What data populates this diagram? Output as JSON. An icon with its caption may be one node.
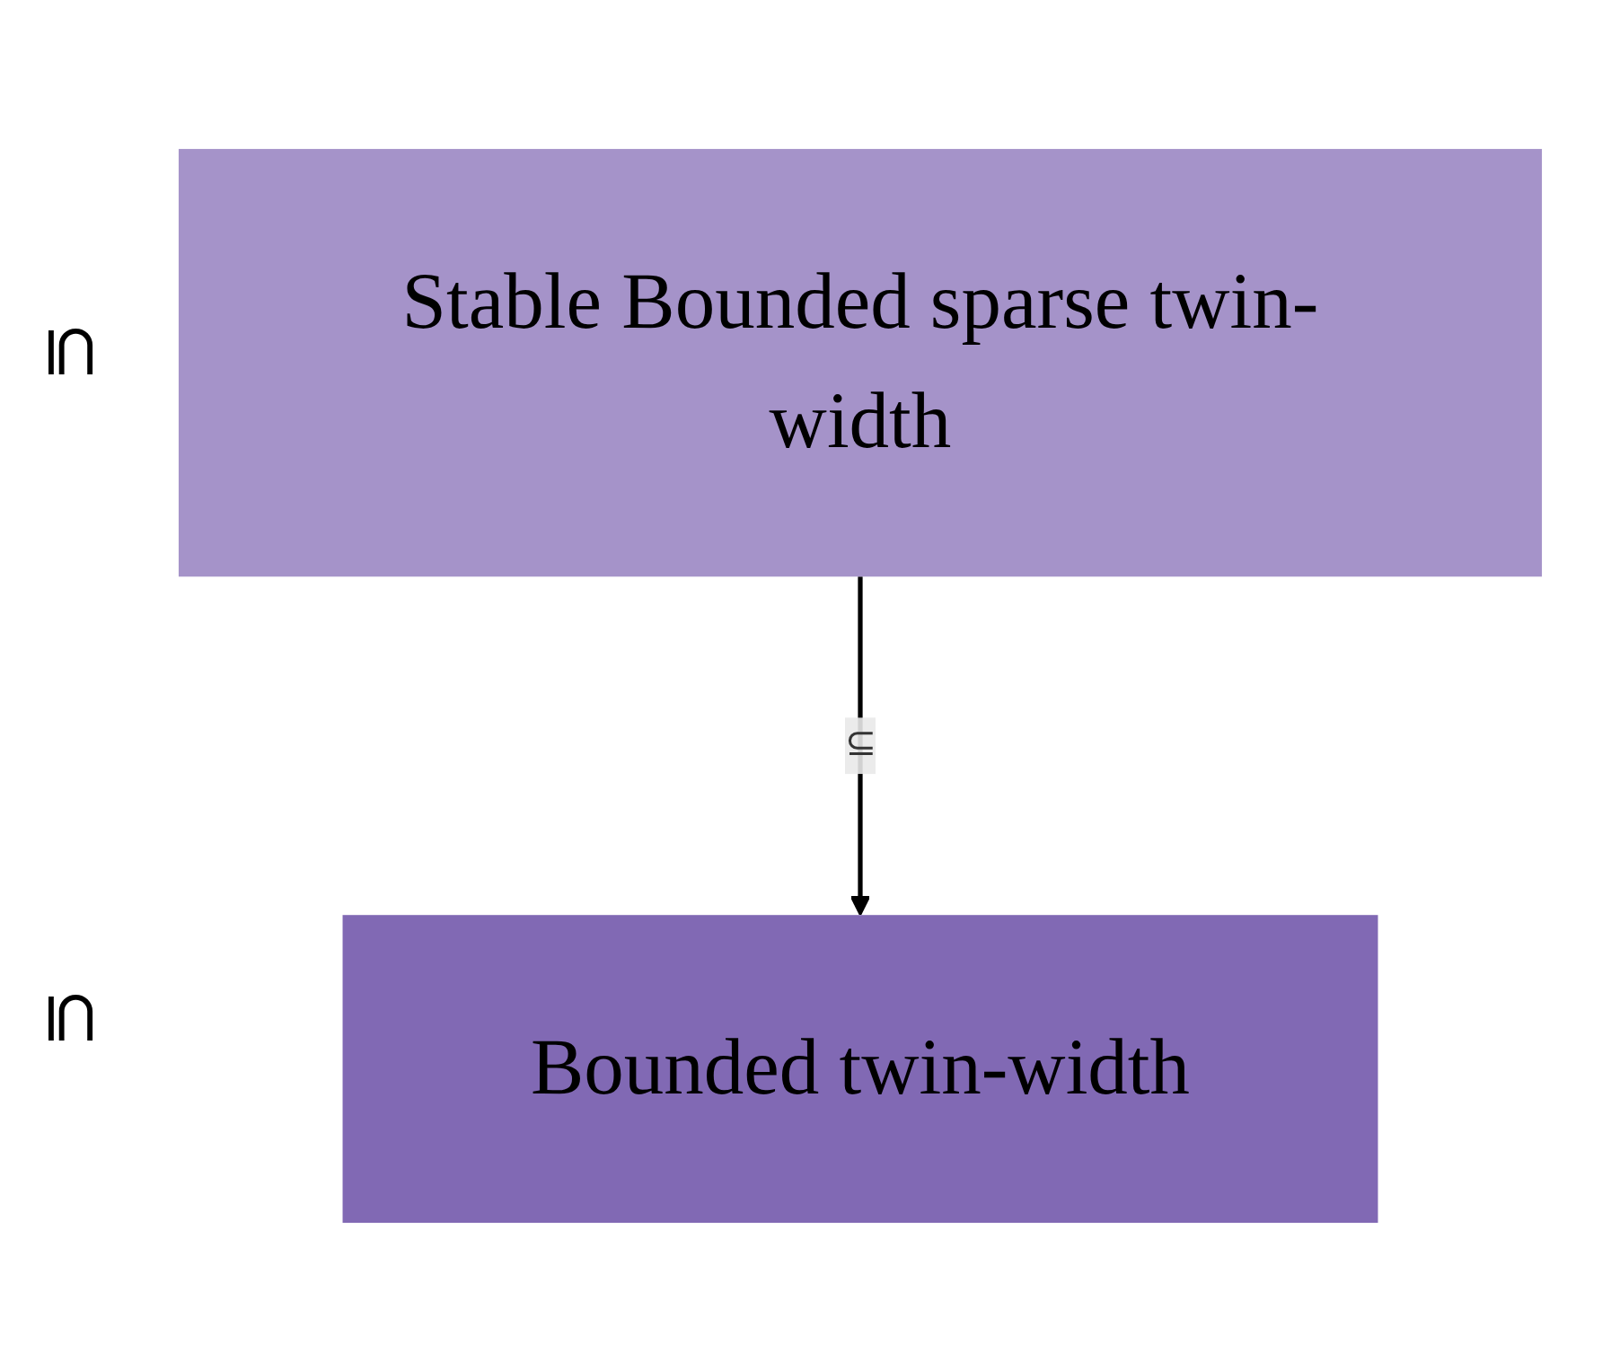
{
  "diagram": {
    "nodes": [
      {
        "text": [
          "Stable Bounded sparse twin-width"
        ]
      },
      {
        "text": [
          "Bounded twin-width"
        ]
      }
    ],
    "edges": [
      {
        "from": 0,
        "to": 1,
        "arrow": "to",
        "label": "⊆"
      }
    ],
    "labels": [
      "⊆",
      "⊆"
    ]
  }
}
